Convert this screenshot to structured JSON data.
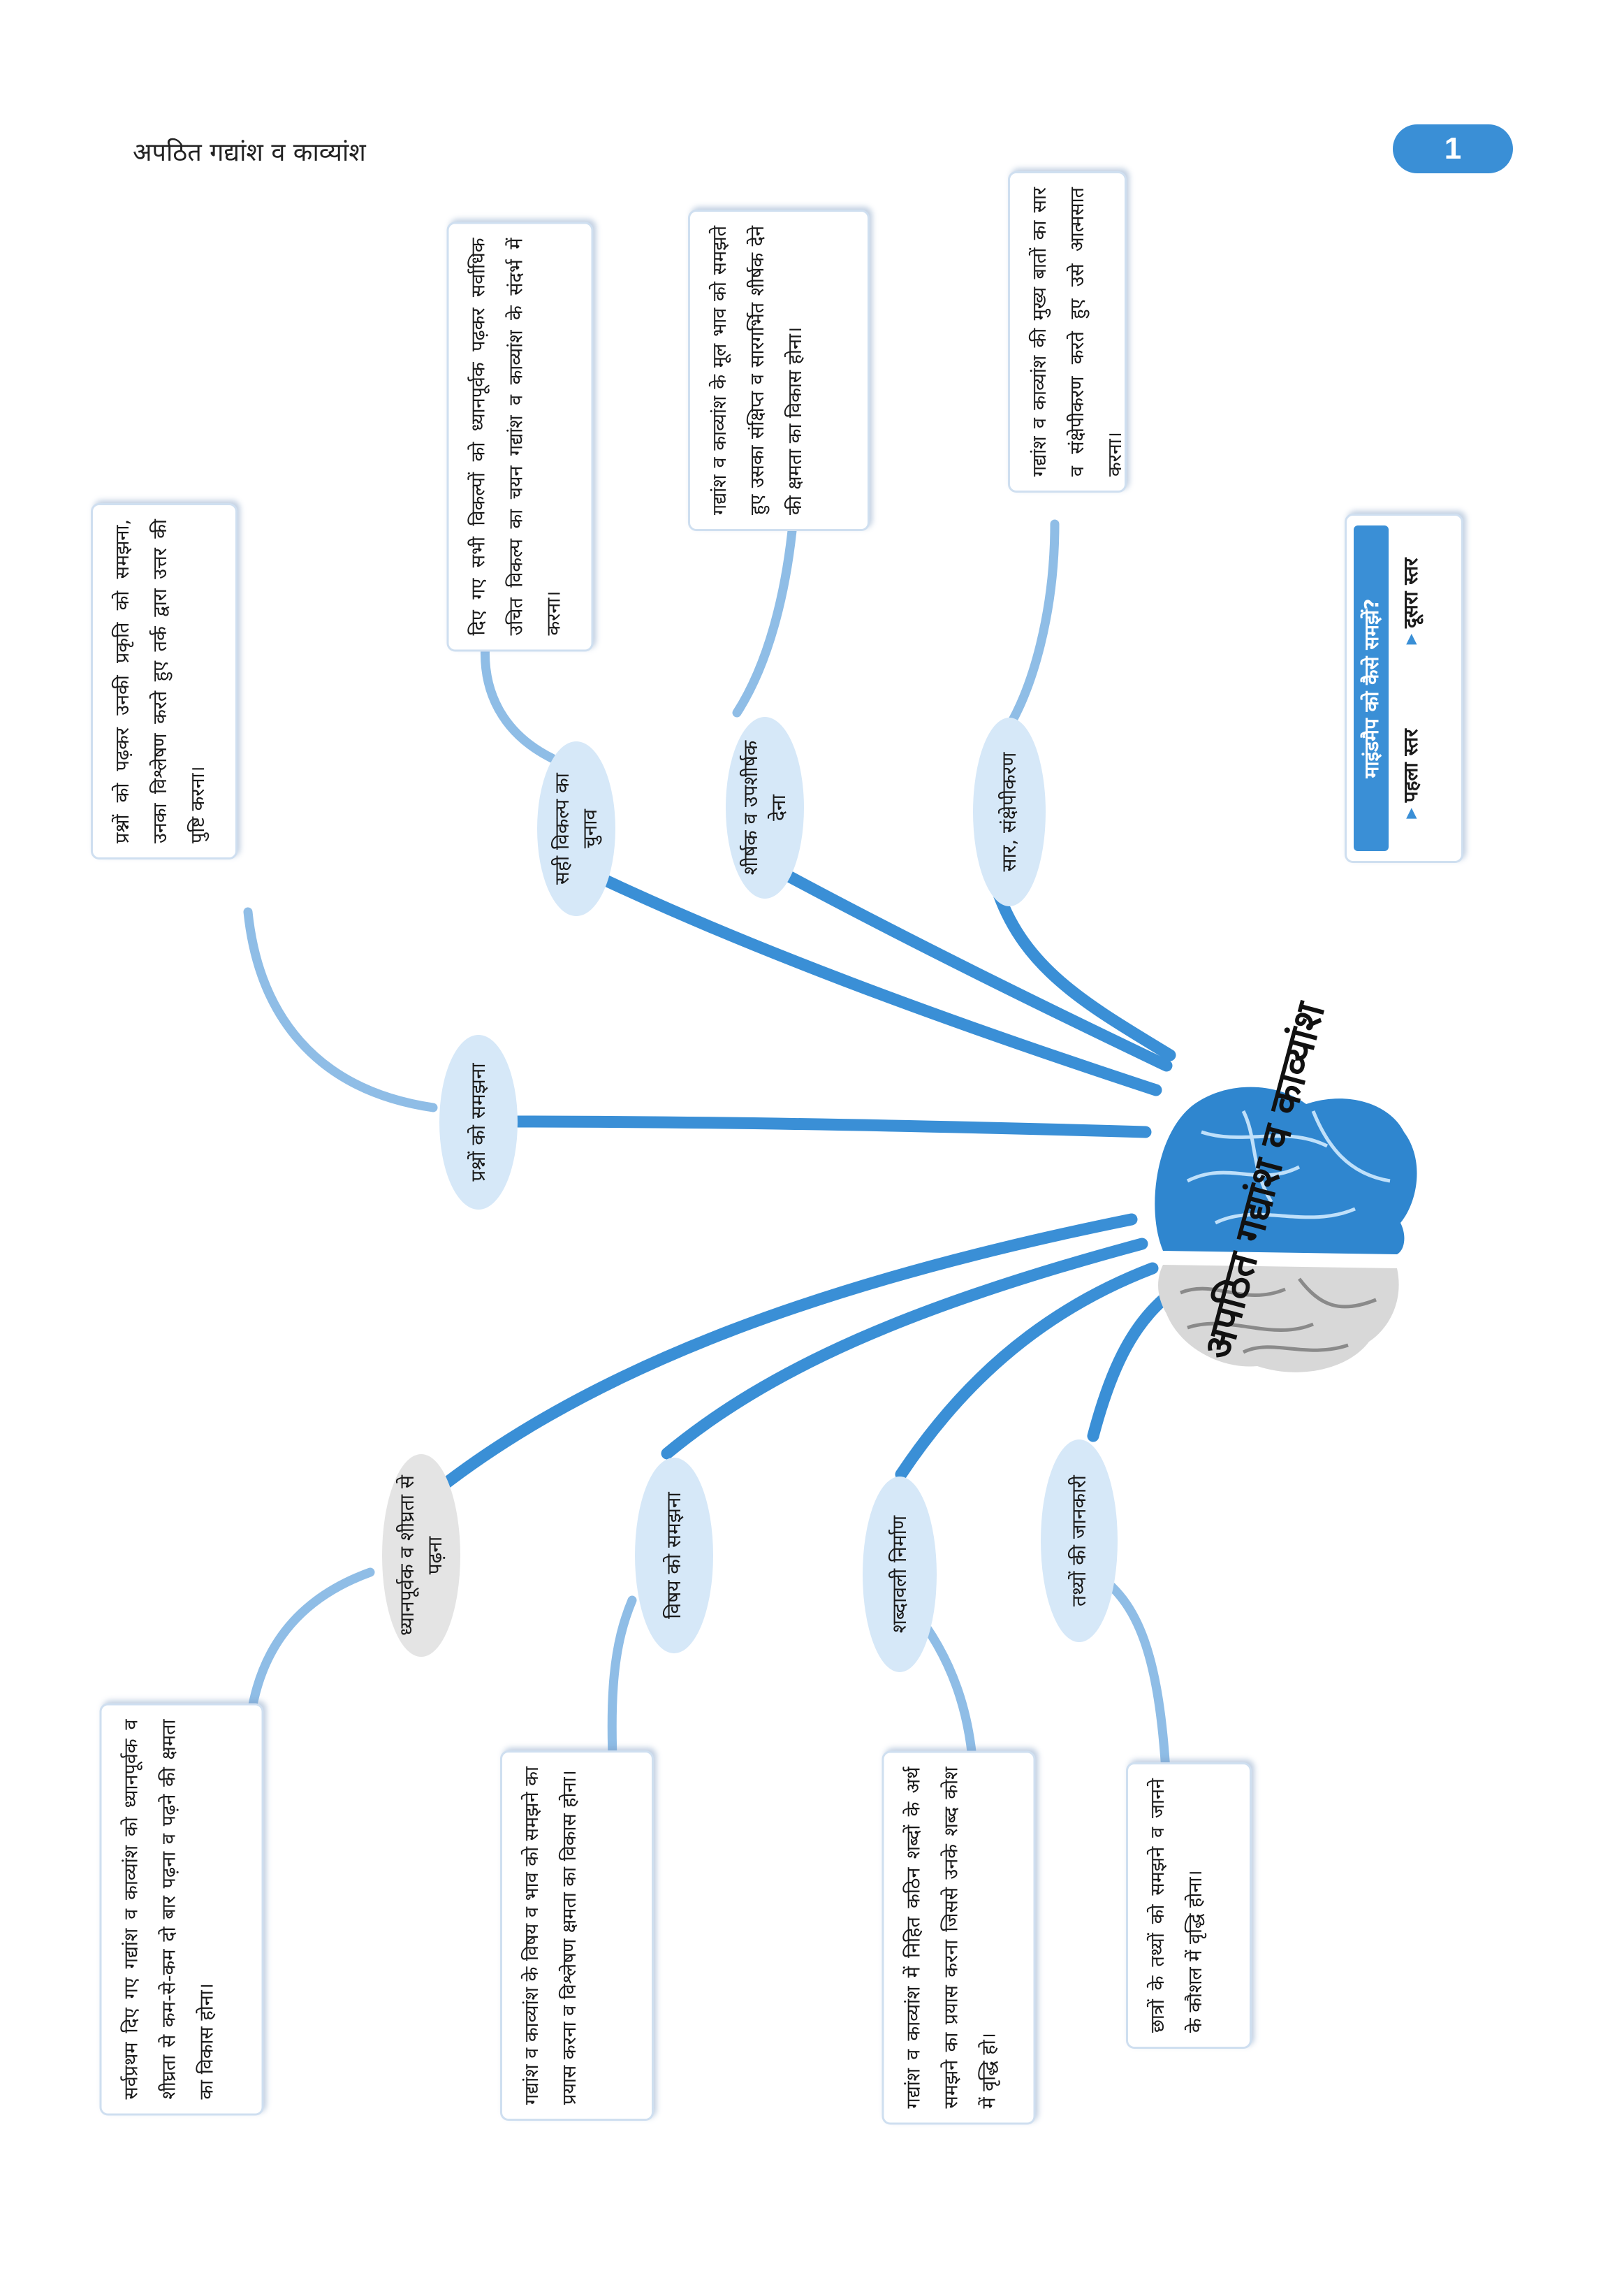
{
  "header": {
    "title": "अपठित गद्यांश व काव्यांश",
    "page": "1"
  },
  "central": {
    "title": "अपठित गद्यांश व काव्यांश"
  },
  "legend": {
    "heading": "माइंडमैप को कैसे समझें?",
    "level1": "पहला स्तर",
    "level2": "दूसरा स्तर"
  },
  "branches": [
    {
      "node": "प्रश्नों को समझना",
      "desc": "प्रश्नों को पढ़कर उनकी प्रकृति को समझना, उनका विश्लेषण करते हुए तर्क द्वारा उत्तर की पुष्टि करना।"
    },
    {
      "node": "सही विकल्प का चुनाव",
      "desc": "दिए गए सभी विकल्पों को ध्यानपूर्वक पढ़कर सर्वाधिक उचित विकल्प का चयन गद्यांश व काव्यांश के संदर्भ में करना।"
    },
    {
      "node": "शीर्षक व उपशीर्षक देना",
      "desc": "गद्यांश व काव्यांश के मूल भाव को समझते हुए उसका संक्षिप्त व सारगर्भित शीर्षक देने की क्षमता का विकास होना।"
    },
    {
      "node": "सार, संक्षेपीकरण",
      "desc": "गद्यांश व काव्यांश की मुख्य बातों का सार व संक्षेपीकरण करते हुए उसे आत्मसात करना।"
    },
    {
      "node": "ध्यानपूर्वक व शीघ्रता से पढ़ना",
      "desc": "सर्वप्रथम दिए गए गद्यांश व काव्यांश को ध्यानपूर्वक व शीघ्रता से कम-से-कम दो बार पढ़ना व पढ़ने की क्षमता का विकास होना।"
    },
    {
      "node": "विषय को समझना",
      "desc": "गद्यांश व काव्यांश के विषय व भाव को समझने का प्रयास करना व विश्लेषण क्षमता का विकास होना।"
    },
    {
      "node": "शब्दावली निर्माण",
      "desc": "गद्यांश व काव्यांश में निहित कठिन शब्दों के अर्थ समझने का प्रयास करना जिससे उनके शब्द कोश में वृद्धि हो।"
    },
    {
      "node": "तथ्यों की जानकारी",
      "desc": "छात्रों के तथ्यों को समझने व जानने के कौशल में वृद्धि होना।"
    }
  ],
  "colors": {
    "accent": "#3a8fd6",
    "light": "#8fbde6",
    "node": "#d6e8f8"
  }
}
